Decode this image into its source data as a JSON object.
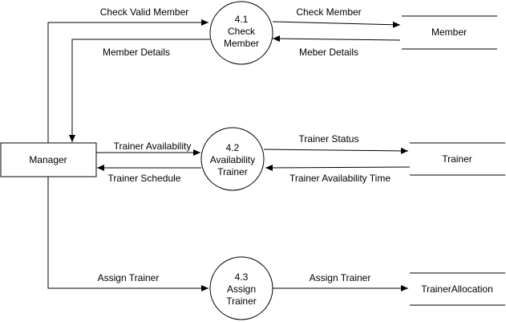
{
  "entities": {
    "manager": "Manager"
  },
  "processes": {
    "p41": {
      "id": "4.1",
      "line1": "Check",
      "line2": "Member"
    },
    "p42": {
      "id": "4.2",
      "line1": "Availability",
      "line2": "Trainer"
    },
    "p43": {
      "id": "4.3",
      "line1": "Assign",
      "line2": "Trainer"
    }
  },
  "stores": {
    "member": "Member",
    "trainer": "Trainer",
    "trainer_allocation": "TrainerAllocation"
  },
  "flows": {
    "check_valid_member": "Check  Valid Member",
    "member_details": "Member Details",
    "check_member": "Check Member",
    "meber_details": "Meber Details",
    "trainer_availability": "Trainer Availability",
    "trainer_schedule": "Trainer Schedule",
    "trainer_status": "Trainer Status",
    "trainer_availability_time": "Trainer Availability Time",
    "assign_trainer_1": "Assign Trainer",
    "assign_trainer_2": "Assign Trainer"
  },
  "colors": {
    "stroke": "#000000",
    "background": "#ffffff"
  }
}
